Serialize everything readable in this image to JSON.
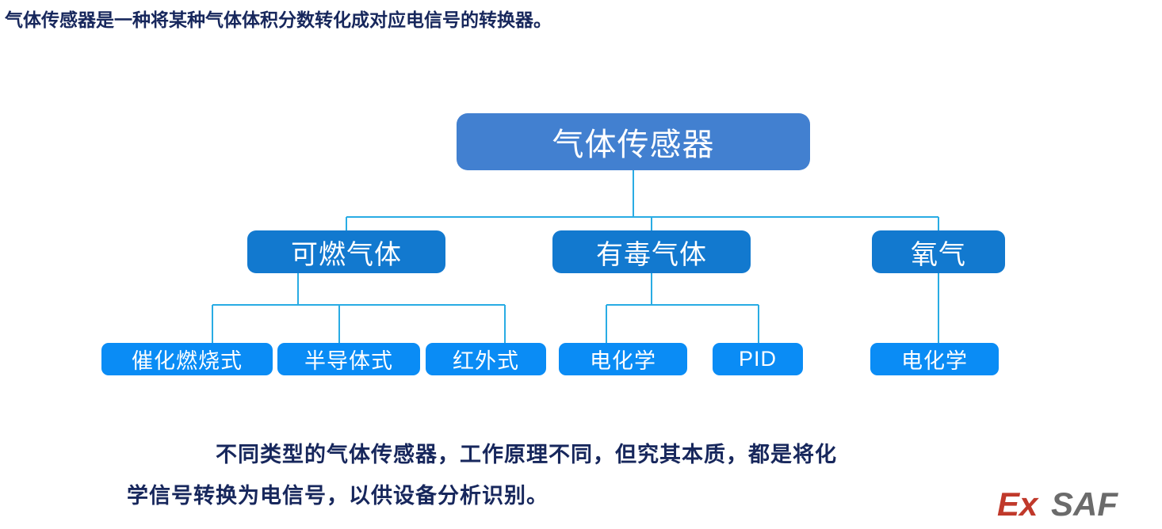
{
  "heading": {
    "text": "气体传感器是一种将某种气体体积分数转化成对应电信号的转换器。",
    "color": "#17275c"
  },
  "diagram": {
    "type": "tree",
    "root": {
      "label": "气体传感器",
      "color": "#4280d0"
    },
    "level2": [
      {
        "label": "可燃气体",
        "color": "#1279cf"
      },
      {
        "label": "有毒气体",
        "color": "#1279cf"
      },
      {
        "label": "氧气",
        "color": "#1279cf"
      }
    ],
    "level3": [
      {
        "label": "催化燃烧式",
        "parent": "可燃气体",
        "color": "#0a8cf5"
      },
      {
        "label": "半导体式",
        "parent": "可燃气体",
        "color": "#0a8cf5"
      },
      {
        "label": "红外式",
        "parent": "可燃气体",
        "color": "#0a8cf5"
      },
      {
        "label": "电化学",
        "parent": "有毒气体",
        "color": "#0a8cf5"
      },
      {
        "label": "PID",
        "parent": "有毒气体",
        "color": "#0a8cf5"
      },
      {
        "label": "电化学",
        "parent": "氧气",
        "color": "#0a8cf5"
      }
    ],
    "connector_color": "#29ace4"
  },
  "caption": {
    "line1": "不同类型的气体传感器，工作原理不同，但究其本质，都是将化",
    "line2": "学信号转换为电信号，以供设备分析识别。",
    "color": "#17275c"
  },
  "logo": {
    "part1": "Ex",
    "part2": "SAF",
    "part1_color": "#c0392b",
    "part2_color": "#6b6b6b"
  }
}
